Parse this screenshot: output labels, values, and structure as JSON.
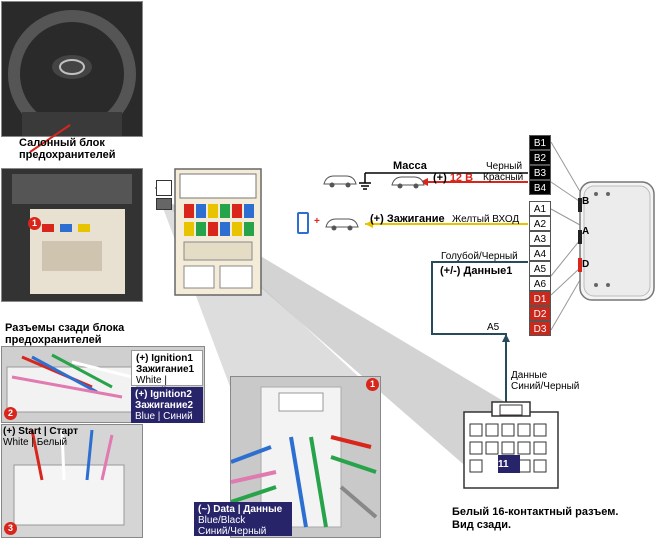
{
  "labels": {
    "salon_block": "Салонный блок\nпредохранителей",
    "rear_connectors": "Разъемы сзади блока\nпредохранителей",
    "massa": "Масса",
    "black": "Черный",
    "plus12_prefix": "(+) ",
    "plus12": "12 В",
    "red": "Красный",
    "ignition_prefix": "(+) ",
    "ignition": "Зажигание",
    "yellow_input": "Желтый ВХОД",
    "blue_black": "Голубой/Черный",
    "data1": "(+/-) Данные1",
    "a5": "A5",
    "data_ru": "Данные",
    "data_color": "Синий/Черный",
    "bottom_caption": "Белый 16-контактный разъем.\nВид сзади.",
    "pin11": "11"
  },
  "module": {
    "b_pins": [
      "B1",
      "B2",
      "B3",
      "B4"
    ],
    "a_pins": [
      "A1",
      "A2",
      "A3",
      "A4",
      "A5",
      "A6"
    ],
    "d_pins": [
      "D1",
      "D2",
      "D3"
    ],
    "side_b": "B",
    "side_a": "A",
    "side_d": "D"
  },
  "photo_tags": {
    "ign1_title": "(+) Ignition1",
    "ign1_ru": "Зажигание1",
    "ign1_color": "White | Белый",
    "ign2_title": "(+) Ignition2",
    "ign2_ru": "Зажигание2",
    "ign2_color": "Blue | Синий",
    "start_title": "(+) Start | Старт",
    "start_color": "White | Белый",
    "data_title": "(~) Data | Данные",
    "data_en": "Blue/Black",
    "data_ru": "Синий/Черный"
  },
  "badges": [
    "1",
    "2",
    "3",
    "1"
  ],
  "colors": {
    "red_wire": "#d8261c",
    "yellow_wire": "#e8c400",
    "navy": "#27246a",
    "dark_teal": "#264c5c"
  }
}
